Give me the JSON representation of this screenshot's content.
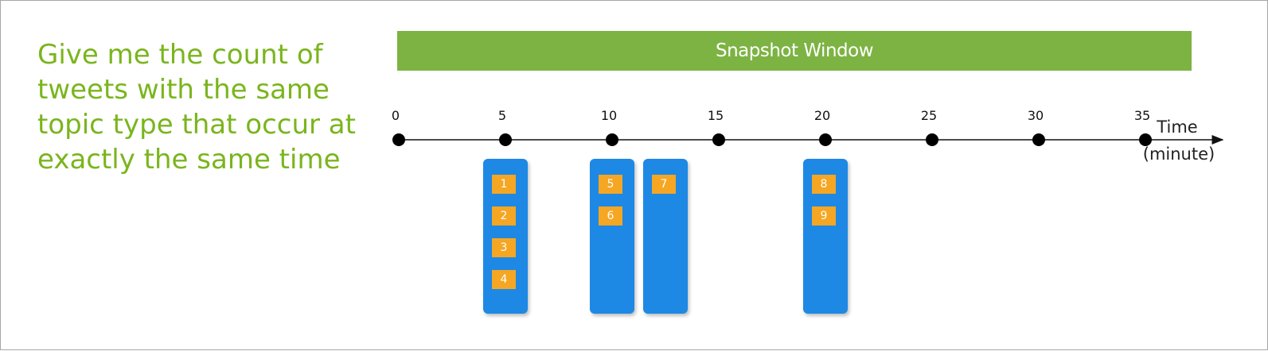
{
  "prompt_text": "Give me the count of tweets with the same topic type that occur at exactly the same time",
  "window": {
    "label": "Snapshot Window",
    "color": "#7cb342"
  },
  "axis": {
    "label_line1": "Time",
    "label_line2": "(minute)",
    "ticks": [
      "0",
      "5",
      "10",
      "15",
      "20",
      "25",
      "30",
      "35"
    ]
  },
  "groups": [
    {
      "time": 5,
      "events": [
        "1",
        "2",
        "3",
        "4"
      ]
    },
    {
      "time": 10,
      "events": [
        "5",
        "6"
      ]
    },
    {
      "time": 12.5,
      "events": [
        "7"
      ]
    },
    {
      "time": 20,
      "events": [
        "8",
        "9"
      ]
    }
  ],
  "colors": {
    "prompt": "#7ab51d",
    "group": "#1e88e5",
    "event": "#f5a623"
  }
}
